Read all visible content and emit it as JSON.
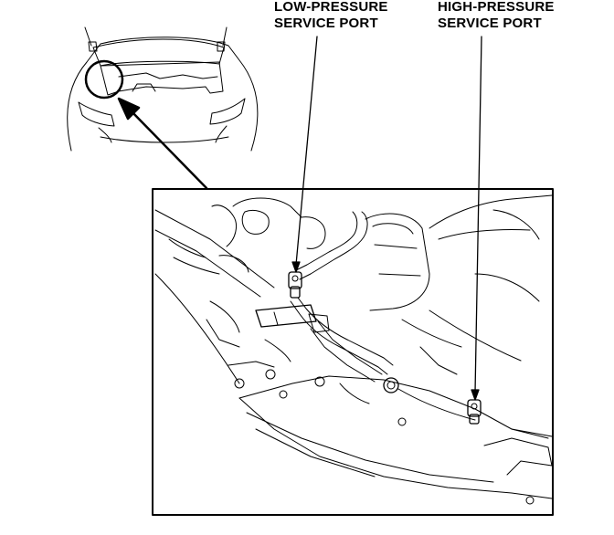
{
  "labels": {
    "low_pressure": {
      "line1": "LOW-PRESSURE",
      "line2": "SERVICE PORT"
    },
    "high_pressure": {
      "line1": "HIGH-PRESSURE",
      "line2": "SERVICE PORT"
    }
  },
  "colors": {
    "ink": "#000000",
    "background": "#ffffff"
  }
}
